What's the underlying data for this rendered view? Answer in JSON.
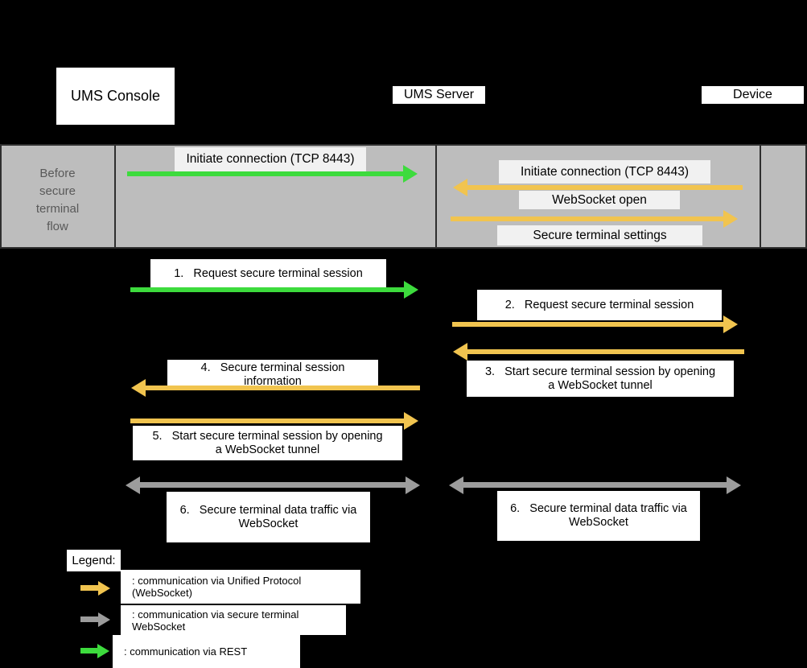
{
  "participants": {
    "console": "UMS Console",
    "server": "UMS Server",
    "device": "Device"
  },
  "band": {
    "title_lines": [
      "Before",
      "secure",
      "terminal",
      "flow"
    ],
    "rest_initiate": "Initiate connection (TCP 8443)",
    "unified_initiate": "Initiate connection (TCP 8443)",
    "websocket_open": "WebSocket open",
    "secure_terminal_settings": "Secure terminal settings"
  },
  "steps": {
    "s1": "1.   Request secure terminal session",
    "s2": "2.   Request secure terminal session",
    "s3": [
      "3.   Start secure terminal session by opening",
      "a WebSocket tunnel"
    ],
    "s4": [
      "4.   Secure terminal session",
      "information"
    ],
    "s5": [
      "5.   Start secure terminal session by opening",
      "a WebSocket tunnel"
    ],
    "s6_left": [
      "6.   Secure terminal data traffic via",
      "WebSocket"
    ],
    "s6_right": [
      "6.   Secure terminal data traffic via",
      "WebSocket"
    ]
  },
  "legend": {
    "title": "Legend:",
    "unified": ": communication via Unified Protocol (WebSocket)",
    "secure_ws": ": communication via secure terminal WebSocket",
    "rest": ": communication via REST"
  },
  "colors": {
    "unified_protocol_arrow": "#f1c44f",
    "secure_terminal_arrow": "#9c9c9c",
    "rest_arrow": "#3ddb3d",
    "band_background": "#bdbdbd",
    "background": "#000000"
  }
}
